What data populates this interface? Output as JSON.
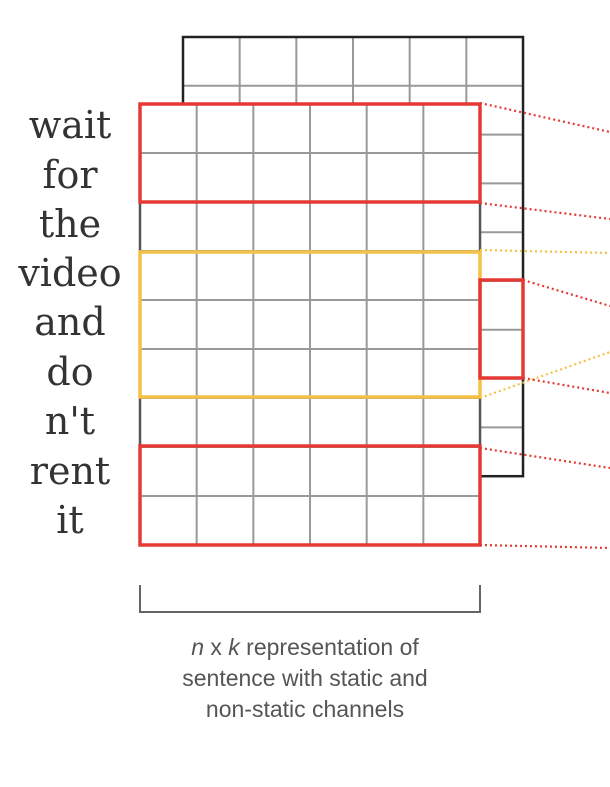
{
  "words": [
    "wait",
    "for",
    "the",
    "video",
    "and",
    "do",
    "n't",
    "rent",
    "it"
  ],
  "caption": {
    "n_var": "n",
    "x_sign": "x",
    "k_var": "k",
    "line1_rest": "representation of",
    "line2": "sentence with static and",
    "line3": "non-static channels"
  },
  "colors": {
    "grid": "#999999",
    "back_border": "#222222",
    "front_border": "#555555",
    "red": "#e53935",
    "yellow": "#f4c045",
    "bracket": "#666666"
  }
}
